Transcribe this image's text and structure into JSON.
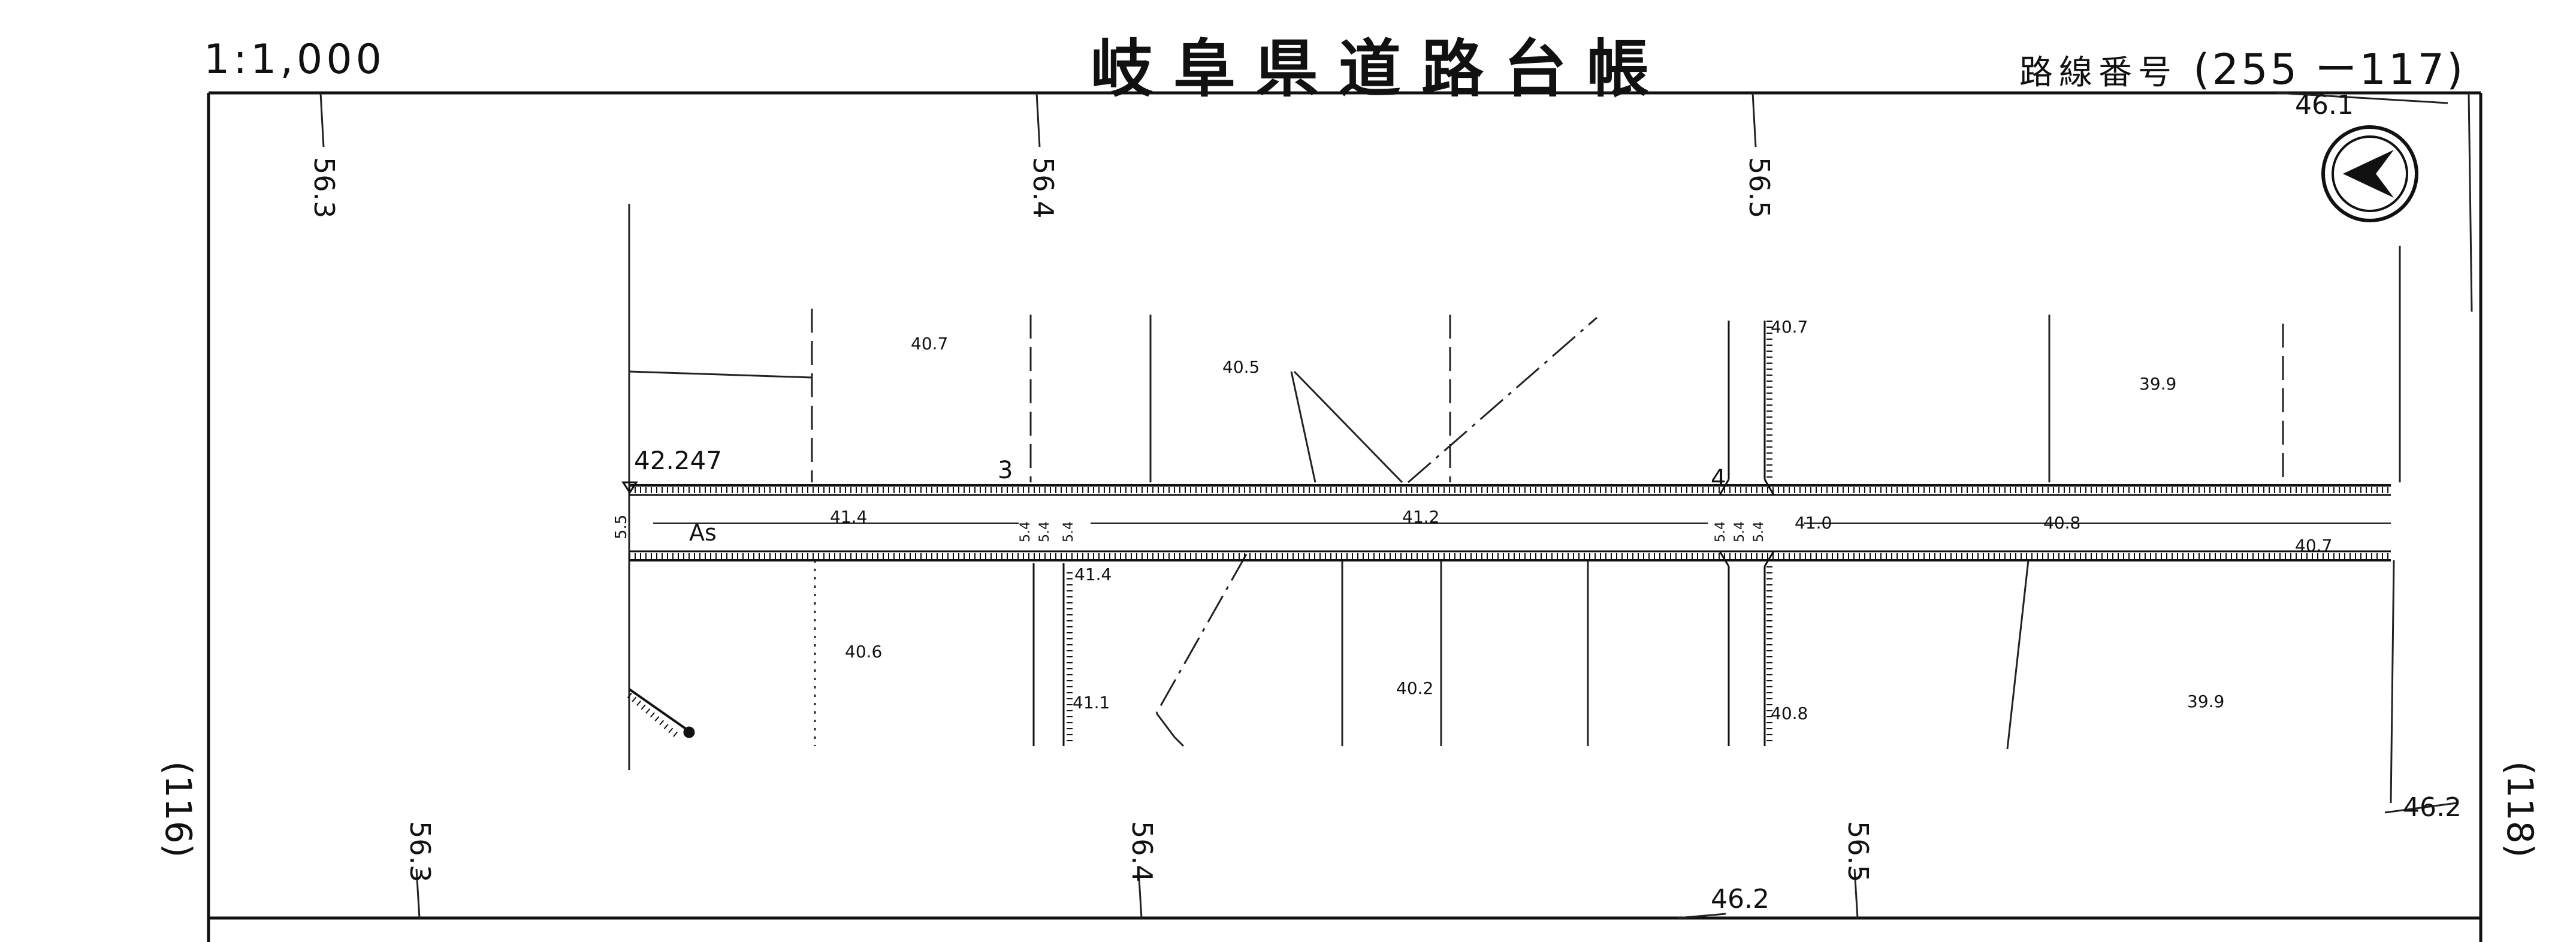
{
  "header": {
    "scale": "1:1,000",
    "title": "岐阜県道路台帳",
    "route_label": "路線番号",
    "route_number": "(255 ー117)"
  },
  "sheet_refs": {
    "left": "(116)",
    "right": "(118)"
  },
  "grid_labels": {
    "top": [
      "56.3",
      "56.4",
      "56.5",
      "46.1"
    ],
    "bottom": [
      "56.3",
      "56.4",
      "56.5",
      "46.2",
      "46.2"
    ]
  },
  "road": {
    "start_elevation": "42.247",
    "surface": "As",
    "width": "5.5",
    "section_marks": [
      "3",
      "4"
    ],
    "width_marks": [
      "5.4",
      "5.4",
      "5.4",
      "5.4",
      "5.4",
      "5.4"
    ]
  },
  "elevations": {
    "north": [
      "40.7",
      "40.5",
      "40.7",
      "39.9"
    ],
    "road": [
      "41.4",
      "41.2",
      "41.0",
      "40.8",
      "40.7",
      "41.4"
    ],
    "south": [
      "40.6",
      "41.1",
      "40.2",
      "40.8",
      "39.9"
    ]
  },
  "north_arrow": {
    "icon": "north-arrow-icon"
  },
  "colors": {
    "ink": "#111111",
    "paper": "#ffffff"
  }
}
